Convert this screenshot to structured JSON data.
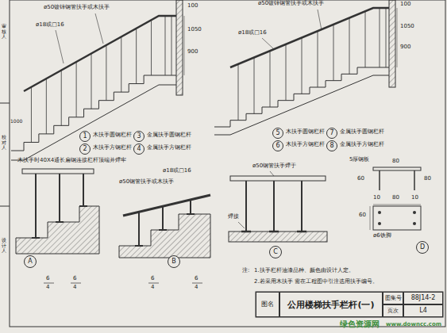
{
  "diagram": {
    "nodes": [
      {
        "text": [
          "图名"
        ]
      },
      {
        "text": [
          "公用楼梯扶手栏杆(一)"
        ]
      },
      {
        "text": [
          "图集号"
        ]
      },
      {
        "text": [
          "88J14-2"
        ]
      },
      {
        "text": [
          "页次"
        ]
      },
      {
        "text": [
          "L4"
        ]
      },
      {
        "text": [
          "1"
        ]
      },
      {
        "text": [
          "2"
        ]
      },
      {
        "text": [
          "3"
        ]
      },
      {
        "text": [
          "4"
        ]
      },
      {
        "text": [
          "5"
        ]
      },
      {
        "text": [
          "6"
        ]
      },
      {
        "text": [
          "7"
        ]
      },
      {
        "text": [
          "8"
        ]
      },
      {
        "text": [
          "A"
        ]
      },
      {
        "text": [
          "B"
        ]
      },
      {
        "text": [
          "C"
        ]
      },
      {
        "text": [
          "D"
        ]
      }
    ],
    "labels": [
      "ø50镀锌钢管扶手或木扶手",
      "ø18或□16",
      "100",
      "1050",
      "900",
      "1000",
      "木扶手圆钢栏杆",
      "木扶手方钢栏杆",
      "金属扶手圆钢栏杆",
      "金属扶手方钢栏杆",
      "ø50镀锌钢管扶手或木扶手",
      "ø18或□16",
      "100",
      "1050",
      "900",
      "木扶手圆钢栏杆",
      "木扶手方钢栏杆",
      "金属扶手圆钢栏杆",
      "金属扶手方钢栏杆",
      "木扶手时40X4通长扁钢连接栏杆顶端并焊牢",
      "ø18或□16",
      "ø50钢管扶手或木扶手",
      "ø50钢管扶手焊于",
      "焊接",
      "5厚钢板",
      "80",
      "60",
      "80",
      "10",
      "80",
      "10",
      "60",
      "ø6铁脚",
      "注:",
      "1.扶手栏杆油漆品种、颜色由设计人定。",
      "2.若采用木扶手 需在工程图中引注选用扶手编号。",
      "6",
      "4",
      "6",
      "4",
      "6",
      "4",
      "6",
      "4",
      "审核人",
      "校对人",
      "设计人",
      "绿色资源网",
      "www.downcc.com"
    ]
  }
}
